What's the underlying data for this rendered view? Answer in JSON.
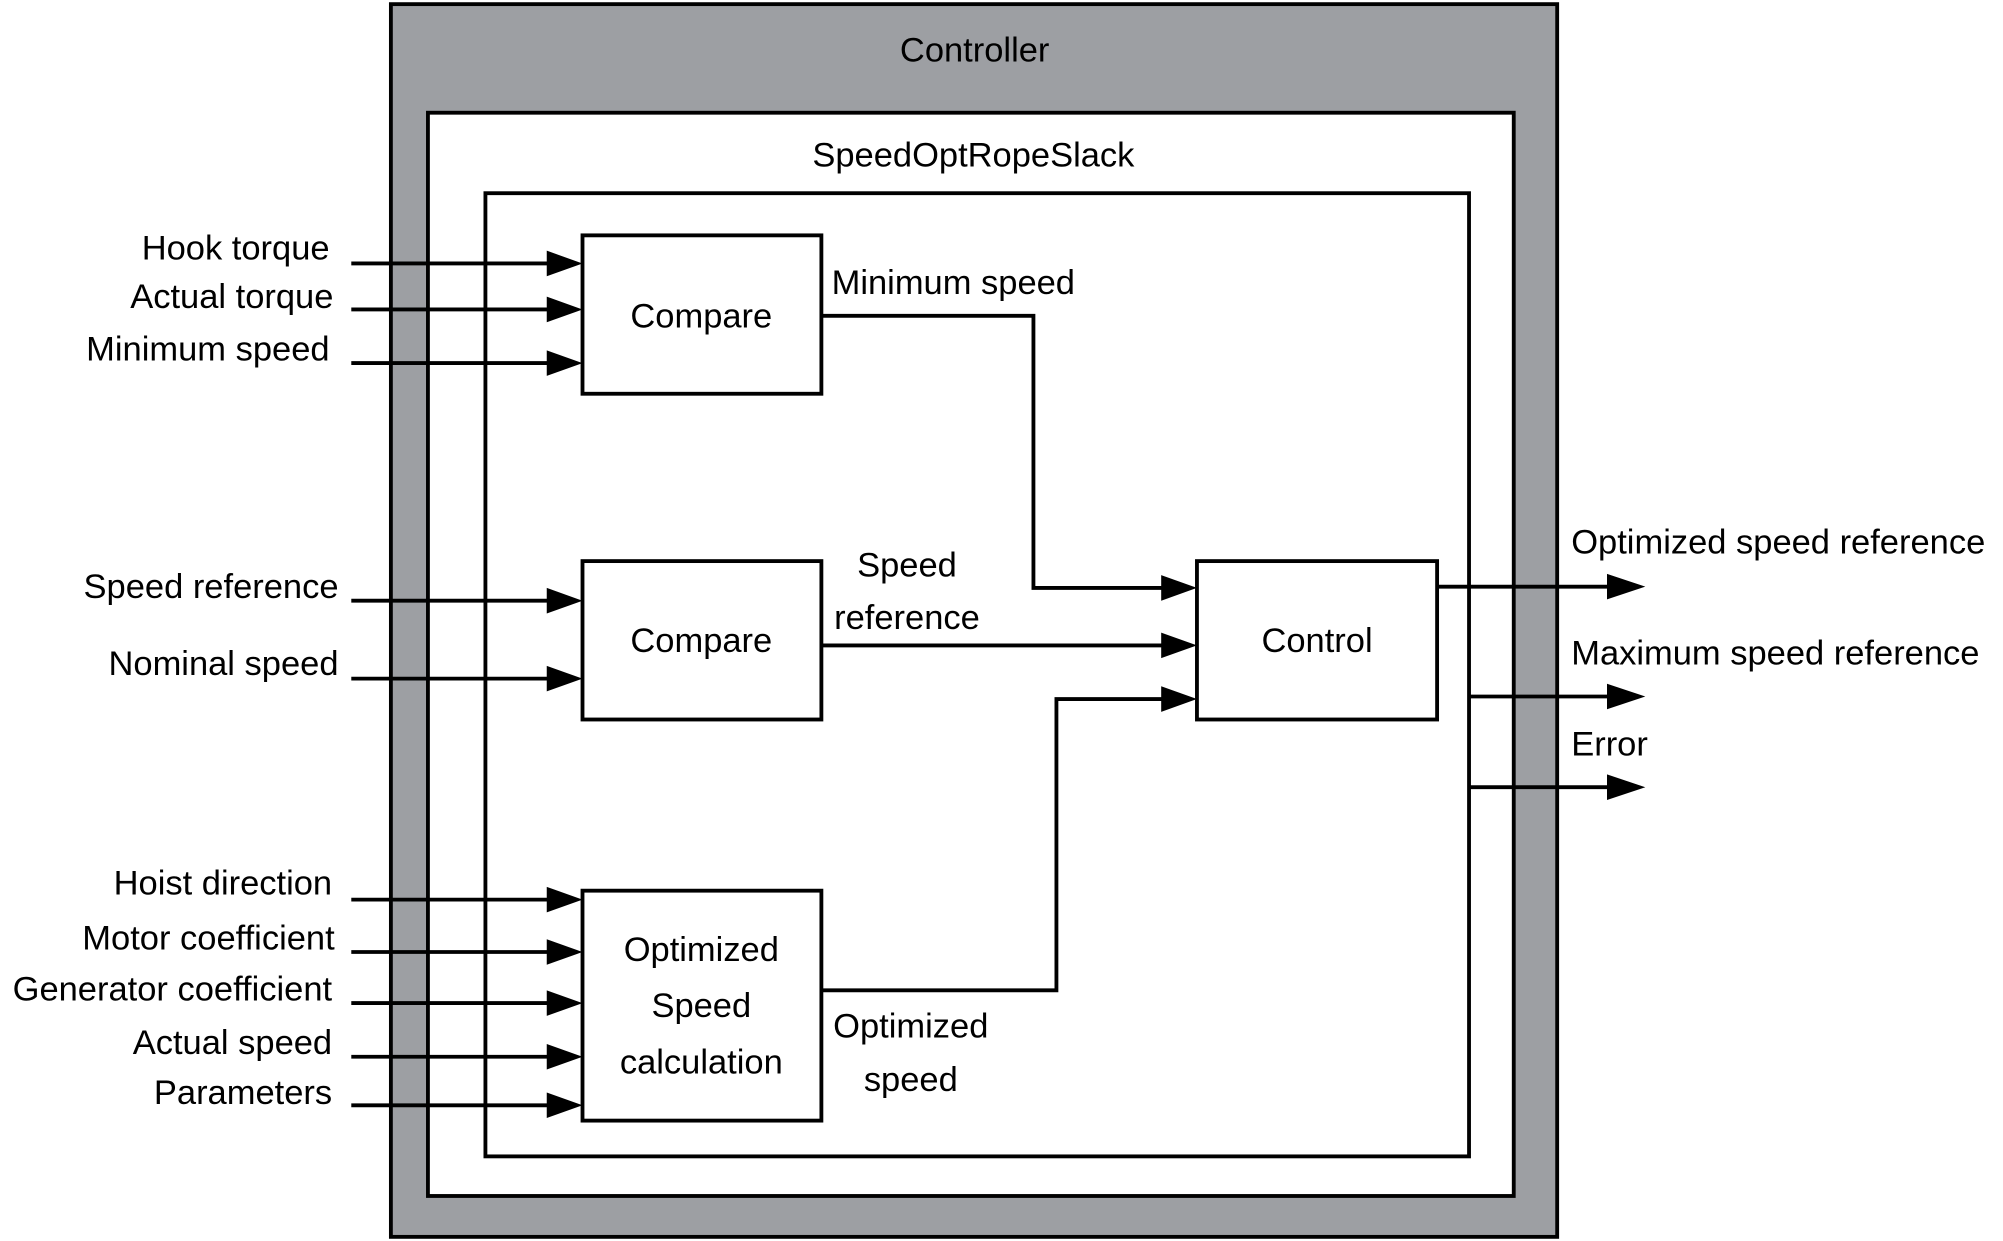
{
  "diagram": {
    "outer_container": {
      "title": "Controller",
      "fill": "#9d9fa3"
    },
    "function_block": {
      "title": "SpeedOptRopeSlack"
    },
    "blocks": {
      "compare_1": {
        "label": "Compare"
      },
      "compare_2": {
        "label": "Compare"
      },
      "optimized": {
        "line1": "Optimized",
        "line2": "Speed",
        "line3": "calculation"
      },
      "control": {
        "label": "Control"
      }
    },
    "inputs": {
      "group_compare_1": [
        "Hook torque",
        "Actual torque",
        "Minimum speed"
      ],
      "group_compare_2": [
        "Speed reference",
        "Nominal speed"
      ],
      "group_optimized": [
        "Hoist direction",
        "Motor coefficient",
        "Generator coefficient",
        "Actual speed",
        "Parameters"
      ]
    },
    "internal_signals": {
      "minimum_speed": "Minimum speed",
      "speed_reference_line1": "Speed",
      "speed_reference_line2": "reference",
      "optimized_speed_line1": "Optimized",
      "optimized_speed_line2": "speed"
    },
    "outputs": [
      "Optimized speed reference",
      "Maximum speed reference",
      "Error"
    ]
  }
}
